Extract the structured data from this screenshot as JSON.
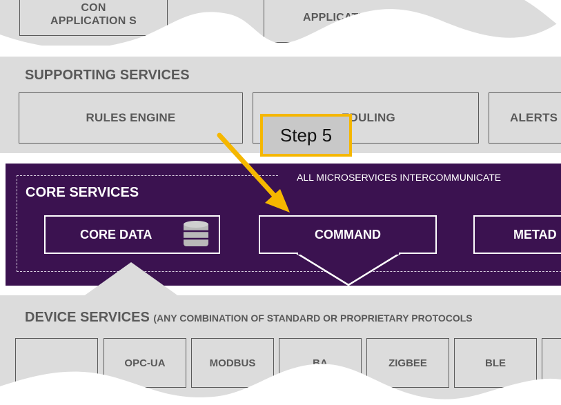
{
  "top_boxes": {
    "left_line1": "CON",
    "left_line2": "APPLICATION S",
    "right": "APPLICATION SER"
  },
  "supporting": {
    "title": "SUPPORTING SERVICES",
    "boxes": [
      "RULES ENGINE",
      "EDULING",
      "ALERTS"
    ]
  },
  "step": {
    "label": "Step 5",
    "color": "#f5b700"
  },
  "core": {
    "title": "CORE SERVICES",
    "note": "ALL MICROSERVICES INTERCOMMUNICATE",
    "boxes": [
      "CORE DATA",
      "COMMAND",
      "METAD"
    ],
    "core_data_icon": "database-icon",
    "color": "#3b1250"
  },
  "device": {
    "title": "DEVICE SERVICES",
    "subtitle": "(ANY COMBINATION OF STANDARD OR PROPRIETARY PROTOCOLS",
    "boxes": [
      "",
      "OPC-UA",
      "MODBUS",
      "BA",
      "ZIGBEE",
      "BLE",
      ""
    ]
  }
}
